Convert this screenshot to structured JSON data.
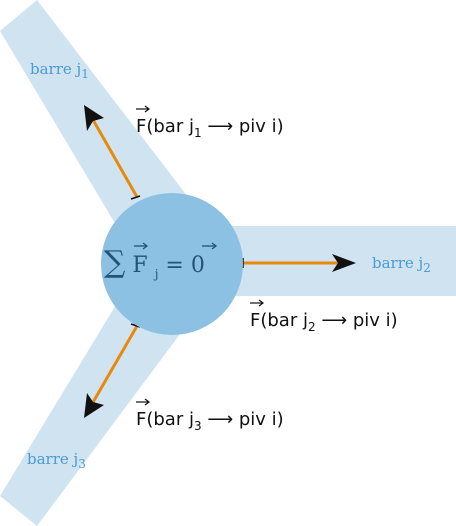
{
  "colors": {
    "bar": "#cfe3f1",
    "pivot": "#8dc1e4",
    "force": "#e8890c",
    "arrowhead": "#111111",
    "bar_label": "#4a9ad4",
    "sum_text": "#24527a"
  },
  "bars": [
    {
      "label": "barre",
      "sub": "1",
      "prefix": "j"
    },
    {
      "label": "barre",
      "sub": "2",
      "prefix": "j"
    },
    {
      "label": "barre",
      "sub": "3",
      "prefix": "j"
    }
  ],
  "forces": [
    {
      "vec": "F",
      "open": "(bar j",
      "sub": "1",
      "rest": " ⟶ piv i)"
    },
    {
      "vec": "F",
      "open": "(bar j",
      "sub": "2",
      "rest": " ⟶ piv i)"
    },
    {
      "vec": "F",
      "open": "(bar j",
      "sub": "3",
      "rest": " ⟶ piv i)"
    }
  ],
  "pivot": {
    "sigma": "∑",
    "vec": "F",
    "sub": "j",
    "eq": " = ",
    "zero": "0"
  }
}
